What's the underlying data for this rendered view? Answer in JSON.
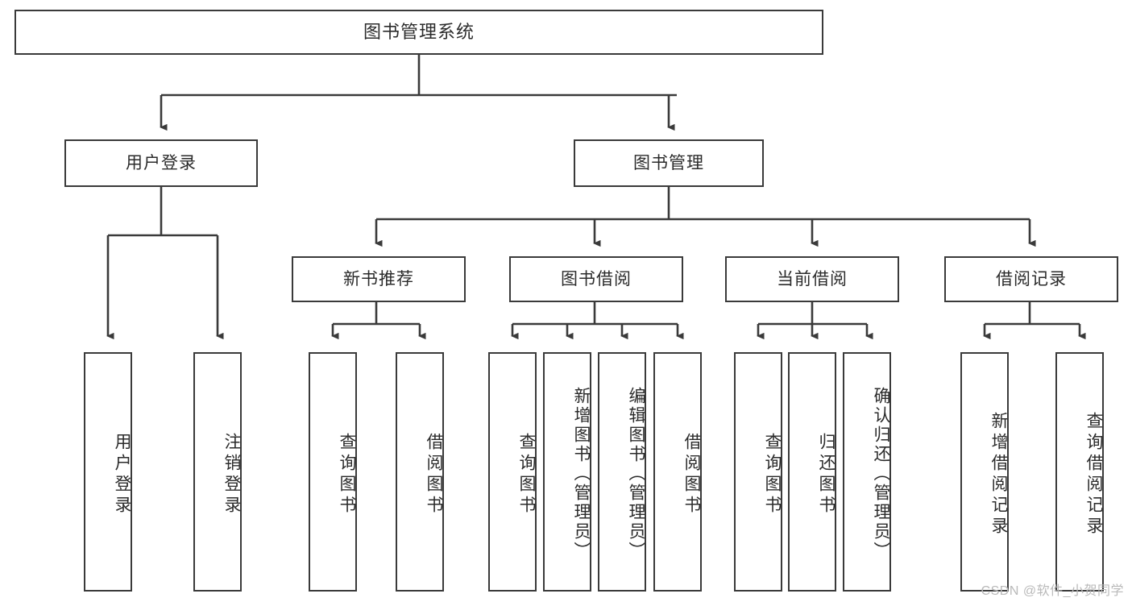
{
  "diagram": {
    "title_node": {
      "label": "图书管理系统"
    },
    "level2": [
      {
        "id": "user-login",
        "label": "用户登录"
      },
      {
        "id": "book-manage",
        "label": "图书管理"
      }
    ],
    "level3": [
      {
        "id": "new-book-rec",
        "label": "新书推荐"
      },
      {
        "id": "book-borrow",
        "label": "图书借阅"
      },
      {
        "id": "current-borrow",
        "label": "当前借阅"
      },
      {
        "id": "borrow-record",
        "label": "借阅记录"
      }
    ],
    "leaves": {
      "user_login": [
        {
          "id": "leaf-user-login",
          "label": "用户登录"
        },
        {
          "id": "leaf-logout",
          "label": "注销登录"
        }
      ],
      "new_book_rec": [
        {
          "id": "leaf-query-book-1",
          "label": "查询图书"
        },
        {
          "id": "leaf-borrow-book-1",
          "label": "借阅图书"
        }
      ],
      "book_borrow": [
        {
          "id": "leaf-query-book-2",
          "label": "查询图书"
        },
        {
          "id": "leaf-add-book",
          "label": "新增图书（管理员）"
        },
        {
          "id": "leaf-edit-book",
          "label": "编辑图书（管理员）"
        },
        {
          "id": "leaf-borrow-book-2",
          "label": "借阅图书"
        }
      ],
      "current_borrow": [
        {
          "id": "leaf-query-book-3",
          "label": "查询图书"
        },
        {
          "id": "leaf-return-book",
          "label": "归还图书"
        },
        {
          "id": "leaf-confirm-return",
          "label": "确认归还（管理员）"
        }
      ],
      "borrow_record": [
        {
          "id": "leaf-add-record",
          "label": "新增借阅记录"
        },
        {
          "id": "leaf-query-record",
          "label": "查询借阅记录"
        }
      ]
    },
    "watermark": "CSDN @软件_小贺同学",
    "colors": {
      "box_border": "#3a3a3a",
      "box_fill": "#ffffff",
      "text": "#2b2b2b",
      "connector": "#3a3a3a",
      "watermark": "#b9b9b9"
    }
  }
}
